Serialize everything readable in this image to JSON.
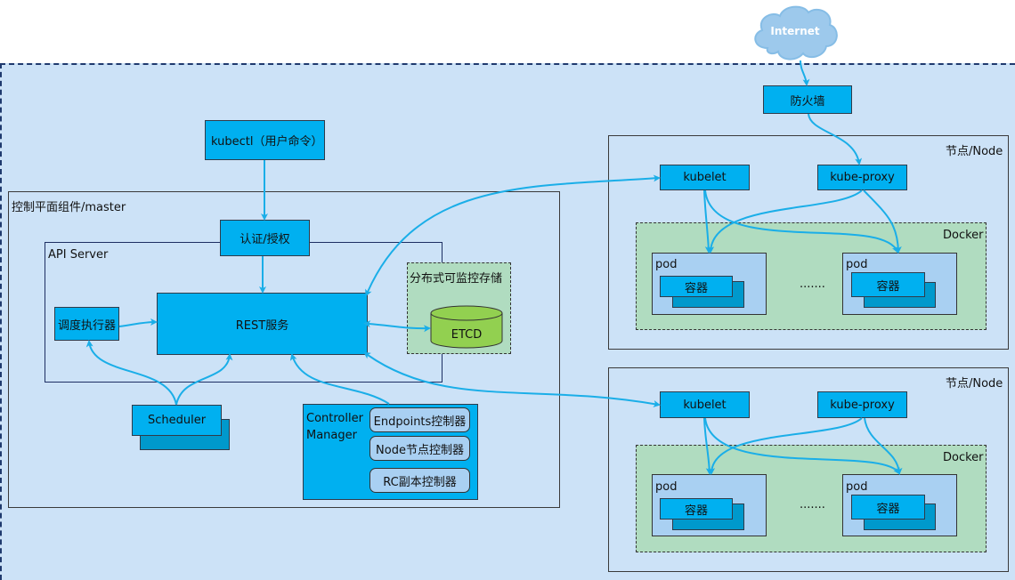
{
  "internet": {
    "label": "Internet"
  },
  "firewall": {
    "label": "防火墙"
  },
  "kubectl": {
    "label": "kubectl（用户命令）"
  },
  "master": {
    "title": "控制平面组件/master",
    "auth": "认证/授权",
    "api_server": {
      "title": "API Server",
      "rest": "REST服务",
      "scheduler_exec": "调度执行器"
    },
    "etcd_group": {
      "title": "分布式可监控存储",
      "etcd": "ETCD"
    },
    "scheduler": "Scheduler",
    "controller_manager": {
      "title_line1": "Controller",
      "title_line2": "Manager",
      "controllers": [
        "Endpoints控制器",
        "Node节点控制器",
        "RC副本控制器"
      ]
    }
  },
  "nodes": [
    {
      "title": "节点/Node",
      "kubelet": "kubelet",
      "kube_proxy": "kube-proxy",
      "docker": "Docker",
      "pods": [
        {
          "label": "pod",
          "container": "容器"
        },
        {
          "label": "pod",
          "container": "容器"
        }
      ],
      "ellipsis": "......."
    },
    {
      "title": "节点/Node",
      "kubelet": "kubelet",
      "kube_proxy": "kube-proxy",
      "docker": "Docker",
      "pods": [
        {
          "label": "pod",
          "container": "容器"
        },
        {
          "label": "pod",
          "container": "容器"
        }
      ],
      "ellipsis": "......."
    }
  ],
  "colors": {
    "component": "#00b0f0",
    "component_shadow": "#0099cc",
    "cluster_bg": "#cce2f7",
    "docker_bg": "#b0dcc0",
    "pod_bg": "#a9d0f2",
    "etcd": "#92d050",
    "arrow": "#1aaee8"
  }
}
